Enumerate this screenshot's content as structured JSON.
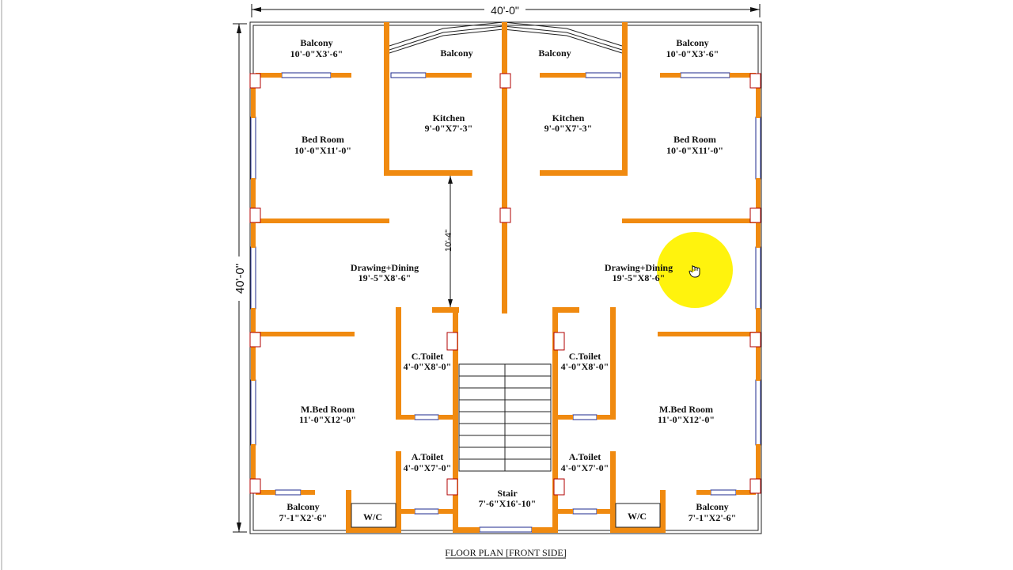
{
  "dimensions": {
    "width": "40'-0\"",
    "height": "40'-0\"",
    "corridor": "10'-4\""
  },
  "caption": "FLOOR PLAN [FRONT SIDE]",
  "colors": {
    "wall": "#f08a10",
    "window": "#1d2a8c",
    "highlight": "#fff200"
  },
  "rooms": {
    "balcony_tl": {
      "name": "Balcony",
      "size": "10'-0\"X3'-6\""
    },
    "balcony_top_l": {
      "name": "Balcony"
    },
    "balcony_top_r": {
      "name": "Balcony"
    },
    "balcony_tr": {
      "name": "Balcony",
      "size": "10'-0\"X3'-6\""
    },
    "kitchen_l": {
      "name": "Kitchen",
      "size": "9'-0\"X7'-3\""
    },
    "kitchen_r": {
      "name": "Kitchen",
      "size": "9'-0\"X7'-3\""
    },
    "bed_l": {
      "name": "Bed Room",
      "size": "10'-0\"X11'-0\""
    },
    "bed_r": {
      "name": "Bed Room",
      "size": "10'-0\"X11'-0\""
    },
    "drawing_l": {
      "name": "Drawing+Dining",
      "size": "19'-5\"X8'-6\""
    },
    "drawing_r": {
      "name": "Drawing+Dining",
      "size": "19'-5\"X8'-6\""
    },
    "ctoilet_l": {
      "name": "C.Toilet",
      "size": "4'-0\"X8'-0\""
    },
    "ctoilet_r": {
      "name": "C.Toilet",
      "size": "4'-0\"X8'-0\""
    },
    "mbed_l": {
      "name": "M.Bed Room",
      "size": "11'-0\"X12'-0\""
    },
    "mbed_r": {
      "name": "M.Bed Room",
      "size": "11'-0\"X12'-0\""
    },
    "atoilet_l": {
      "name": "A.Toilet",
      "size": "4'-0\"X7'-0\""
    },
    "atoilet_r": {
      "name": "A.Toilet",
      "size": "4'-0\"X7'-0\""
    },
    "stair": {
      "name": "Stair",
      "size": "7'-6\"X16'-10\""
    },
    "balcony_bl": {
      "name": "Balcony",
      "size": "7'-1\"X2'-6\""
    },
    "balcony_br": {
      "name": "Balcony",
      "size": "7'-1\"X2'-6\""
    },
    "wc_l": {
      "name": "W/C"
    },
    "wc_r": {
      "name": "W/C"
    }
  },
  "cursor": {
    "icon": "hand-pointer-icon"
  }
}
